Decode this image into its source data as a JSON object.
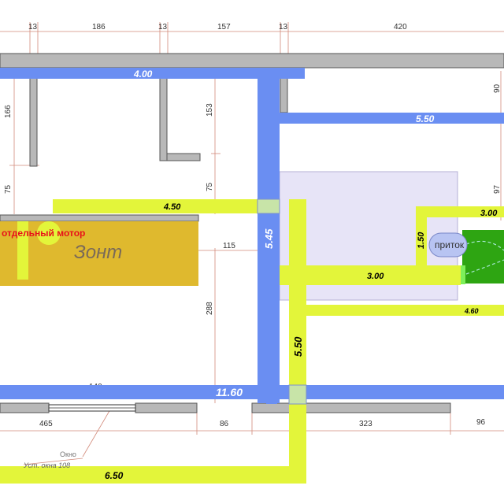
{
  "dimensions": {
    "top": [
      "13",
      "186",
      "13",
      "157",
      "13",
      "420"
    ],
    "left": [
      "166",
      "75"
    ],
    "inner": [
      "153",
      "75",
      "115",
      "288",
      "140"
    ],
    "right": [
      "90",
      "97"
    ],
    "bottom": [
      "465",
      "86",
      "323",
      "96"
    ]
  },
  "ducts": {
    "top_left": "4.00",
    "top_right": "5.50",
    "left_branch": "4.50",
    "vertical_main": "5.45",
    "right_top": "3.00",
    "right_vertical": "1.50",
    "right_mid": "3.00",
    "right_low": "4.60",
    "vertical_yellow": "5.50",
    "bottom_main": "11.60",
    "bottom_yellow": "6.50"
  },
  "labels": {
    "motor": "отдельный мотор",
    "hood": "Зонт",
    "intake": "приток",
    "window": "Окно",
    "sill": "Уст. окна 108"
  },
  "colors": {
    "blue_duct": "#6a8ef2",
    "yellow_duct": "#e3f53a",
    "hood_fill": "#dfb92e",
    "green_unit": "#2ea512",
    "wall": "#b8b8b8",
    "dim_line": "#d28a7a",
    "motor_text": "#e8101a"
  }
}
